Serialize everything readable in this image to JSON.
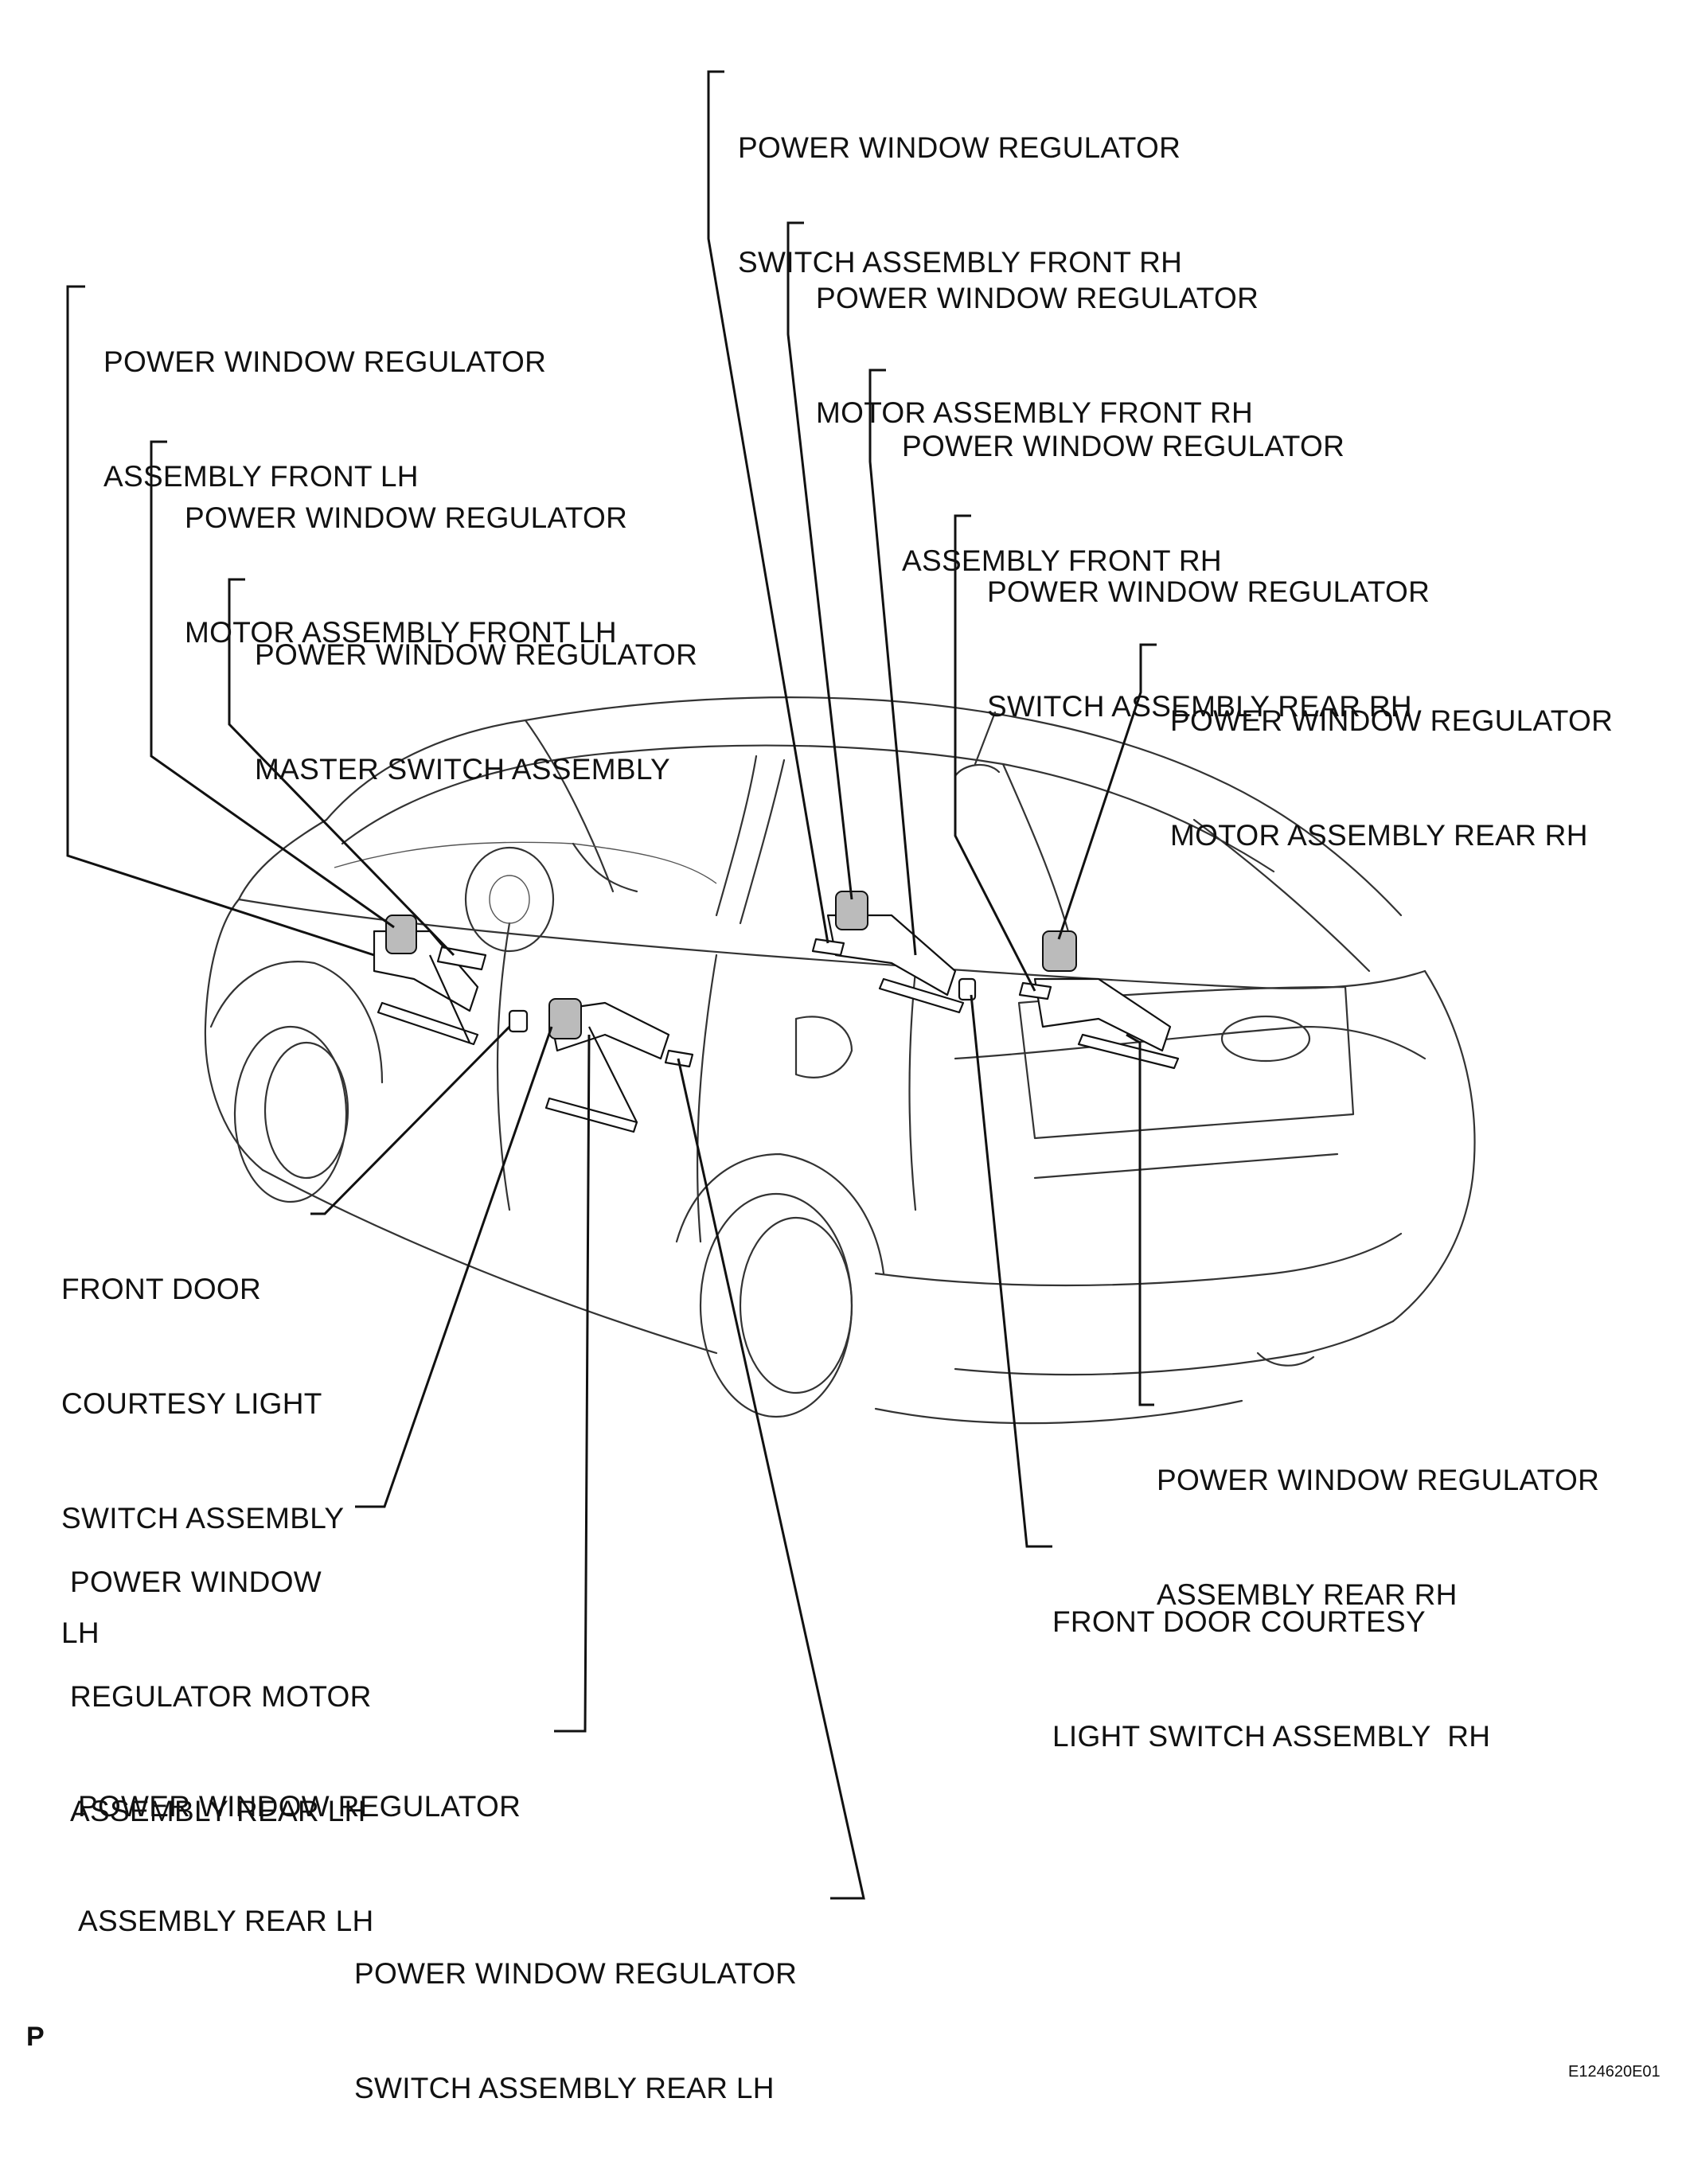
{
  "labels": {
    "sw_front_rh": [
      "POWER WINDOW REGULATOR",
      "SWITCH ASSEMBLY FRONT RH"
    ],
    "motor_front_rh": [
      "POWER WINDOW REGULATOR",
      "MOTOR ASSEMBLY FRONT RH"
    ],
    "reg_front_lh": [
      "POWER WINDOW REGULATOR",
      "ASSEMBLY FRONT LH"
    ],
    "reg_front_rh": [
      "POWER WINDOW REGULATOR",
      "ASSEMBLY FRONT RH"
    ],
    "motor_front_lh": [
      "POWER WINDOW REGULATOR",
      "MOTOR ASSEMBLY FRONT LH"
    ],
    "sw_rear_rh": [
      "POWER WINDOW REGULATOR",
      "SWITCH ASSEMBLY REAR RH"
    ],
    "master_sw": [
      "POWER WINDOW REGULATOR",
      "MASTER SWITCH ASSEMBLY"
    ],
    "motor_rear_rh": [
      "POWER WINDOW REGULATOR",
      "MOTOR ASSEMBLY REAR RH"
    ],
    "courtesy_lh": [
      "FRONT DOOR",
      "COURTESY LIGHT",
      "SWITCH ASSEMBLY",
      "LH"
    ],
    "reg_rear_rh": [
      "POWER WINDOW REGULATOR",
      "ASSEMBLY REAR RH"
    ],
    "motor_rear_lh": [
      "POWER WINDOW",
      "REGULATOR MOTOR",
      "ASSEMBLY REAR LH"
    ],
    "courtesy_rh": [
      "FRONT DOOR COURTESY",
      "LIGHT SWITCH ASSEMBLY  RH"
    ],
    "reg_rear_lh": [
      "POWER WINDOW REGULATOR",
      "ASSEMBLY REAR LH"
    ],
    "sw_rear_lh": [
      "POWER WINDOW REGULATOR",
      "SWITCH ASSEMBLY REAR LH"
    ]
  },
  "corner_mark": "P",
  "figure_code": "E124620E01"
}
